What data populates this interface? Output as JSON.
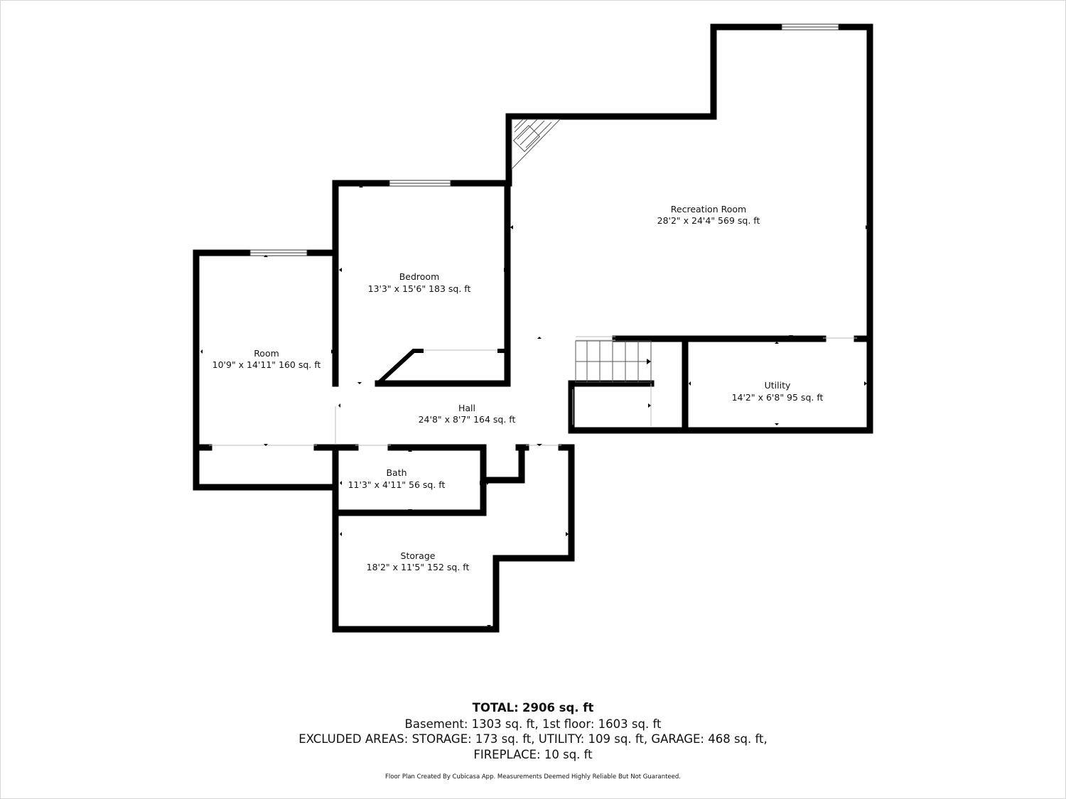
{
  "rooms": [
    {
      "id": "recreation-room",
      "name": "Recreation Room",
      "dims": "28'2\" x 24'4\" 569 sq. ft"
    },
    {
      "id": "bedroom",
      "name": "Bedroom",
      "dims": "13'3\" x 15'6\" 183 sq. ft"
    },
    {
      "id": "room",
      "name": "Room",
      "dims": "10'9\" x 14'11\" 160 sq. ft"
    },
    {
      "id": "utility",
      "name": "Utility",
      "dims": "14'2\" x 6'8\" 95 sq. ft"
    },
    {
      "id": "hall",
      "name": "Hall",
      "dims": "24'8\" x 8'7\" 164 sq. ft"
    },
    {
      "id": "bath",
      "name": "Bath",
      "dims": "11'3\" x 4'11\" 56 sq. ft"
    },
    {
      "id": "storage",
      "name": "Storage",
      "dims": "18'2\" x 11'5\" 152 sq. ft"
    }
  ],
  "summary": {
    "total_label": "TOTAL:",
    "total_value": "2906 sq. ft",
    "basement": "Basement: 1303 sq. ft, 1st floor: 1603 sq. ft",
    "excluded": "EXCLUDED AREAS: STORAGE: 173 sq. ft, UTILITY: 109 sq. ft, GARAGE: 468 sq. ft,",
    "fireplace": "FIREPLACE: 10 sq. ft"
  },
  "footer": "Floor Plan Created By Cubicasa App. Measurements Deemed Highly Reliable But Not Guaranteed.",
  "colors": {
    "wall": "#000000",
    "background": "#ffffff",
    "window": "#ffffff",
    "border": "#cccccc"
  }
}
